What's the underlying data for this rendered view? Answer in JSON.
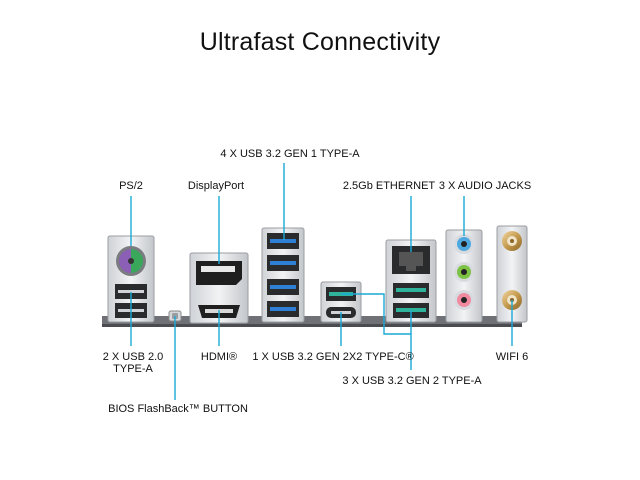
{
  "title": "Ultrafast Connectivity",
  "accent_color": "#1aa9d6",
  "labels": {
    "ps2": "PS/2",
    "displayport": "DisplayPort",
    "usb32_gen1": "4 X USB 3.2 GEN 1 TYPE-A",
    "ethernet": "2.5Gb ETHERNET",
    "audio": "3 X AUDIO JACKS",
    "usb20_line1": "2 X USB 2.0",
    "usb20_line2": "TYPE-A",
    "hdmi": "HDMI®",
    "usb_c": "1 X USB 3.2 GEN 2X2 TYPE-C®",
    "wifi": "WIFI 6",
    "usb32_gen2": "3 X USB 3.2 GEN 2 TYPE-A",
    "bios_flashback": "BIOS FlashBack™ BUTTON"
  }
}
